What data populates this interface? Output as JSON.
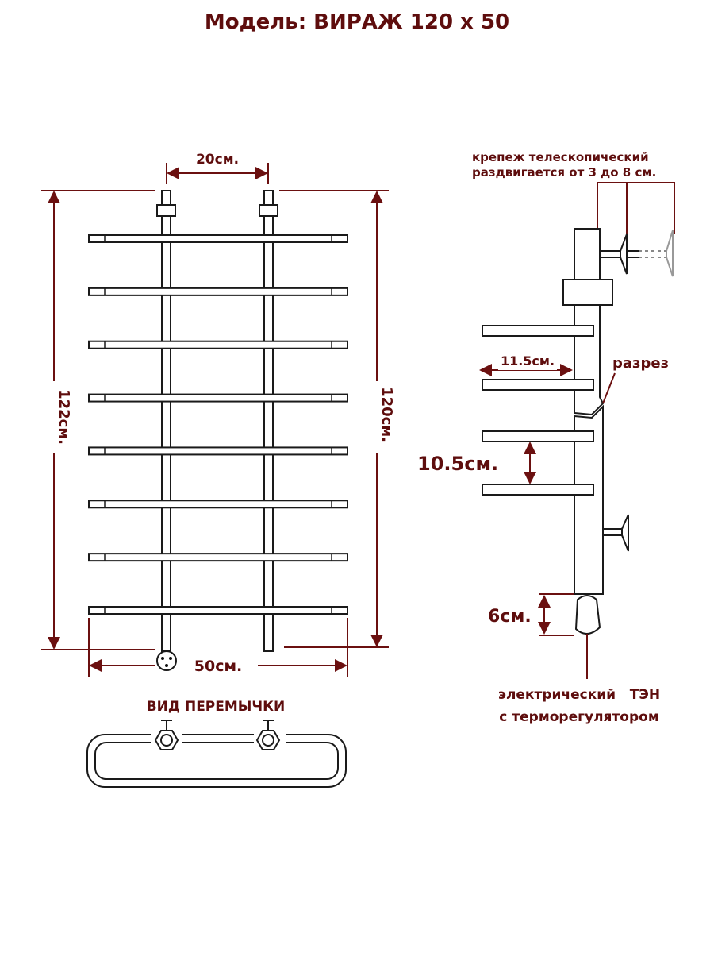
{
  "title": "Модель: ВИРАЖ 120 x 50",
  "front_view": {
    "top_spacing": "20см.",
    "height_left": "122см.",
    "height_right": "120см.",
    "width": "50см.",
    "rung_count": 8
  },
  "jumper_view": {
    "title": "ВИД ПЕРЕМЫЧКИ"
  },
  "side_view": {
    "mount_note_line1": "крепеж телескопический",
    "mount_note_line2": "раздвигается от 3 до 8 см.",
    "rung_depth": "11.5см.",
    "section_label": "разрез",
    "rung_spacing": "10.5см.",
    "heater_height": "6см.",
    "heater_line1": "электрический   ТЭН",
    "heater_line2": "с терморегулятором"
  },
  "colors": {
    "annotation": "#6b1010",
    "line": "#1a1a1a"
  }
}
